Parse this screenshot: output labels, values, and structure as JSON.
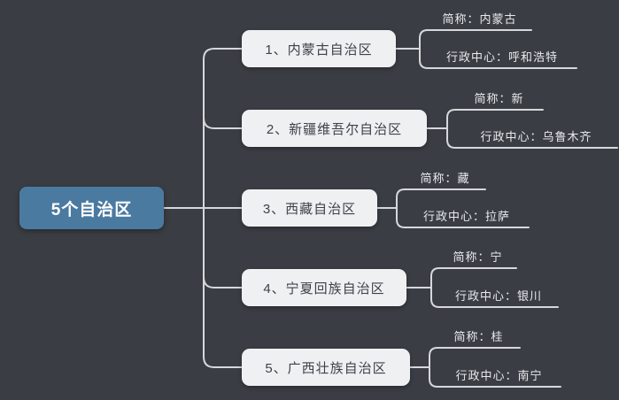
{
  "diagram": {
    "type": "mindmap",
    "theme": "dark",
    "colors": {
      "background": "#3a3d43",
      "root_fill": "#4b7aa1",
      "root_text": "#ffffff",
      "topic_fill": "#eff0f2",
      "topic_text": "#3d4148",
      "connector_line": "#d6d8db",
      "leaf_text": "#e8eaec"
    }
  },
  "root": {
    "label": "5个自治区"
  },
  "branches": [
    {
      "label": "1、内蒙古自治区",
      "children": [
        "简称：内蒙古",
        "行政中心：呼和浩特"
      ]
    },
    {
      "label": "2、新疆维吾尔自治区",
      "children": [
        "简称：新",
        "行政中心：乌鲁木齐"
      ]
    },
    {
      "label": "3、西藏自治区",
      "children": [
        "简称：藏",
        "行政中心：拉萨"
      ]
    },
    {
      "label": "4、宁夏回族自治区",
      "children": [
        "简称：宁",
        "行政中心：银川"
      ]
    },
    {
      "label": "5、广西壮族自治区",
      "children": [
        "简称：桂",
        "行政中心：南宁"
      ]
    }
  ]
}
